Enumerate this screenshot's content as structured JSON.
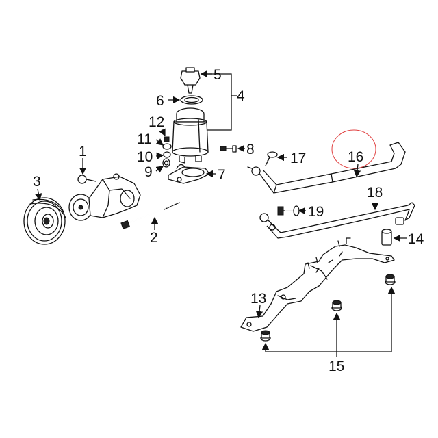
{
  "diagram": {
    "callouts": {
      "c1": "1",
      "c2": "2",
      "c3": "3",
      "c4": "4",
      "c5": "5",
      "c6": "6",
      "c7": "7",
      "c8": "8",
      "c9": "9",
      "c10": "10",
      "c11": "11",
      "c12": "12",
      "c13": "13",
      "c14": "14",
      "c15": "15",
      "c16": "16",
      "c17": "17",
      "c18": "18",
      "c19": "19"
    },
    "highlight": {
      "part": "16",
      "color": "#e04040"
    }
  }
}
